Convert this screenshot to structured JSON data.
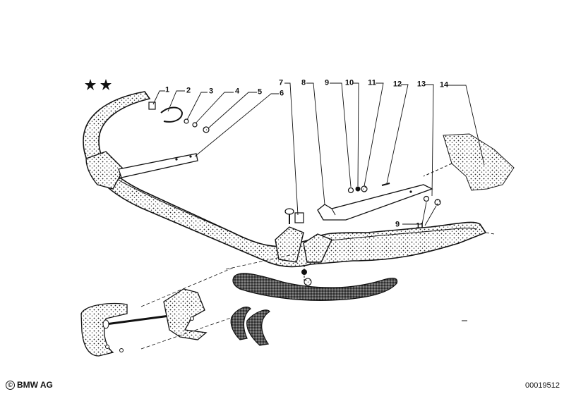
{
  "callouts": [
    {
      "id": "1",
      "label": "1"
    },
    {
      "id": "2",
      "label": "2"
    },
    {
      "id": "3",
      "label": "3"
    },
    {
      "id": "4",
      "label": "4"
    },
    {
      "id": "5",
      "label": "5"
    },
    {
      "id": "6",
      "label": "6"
    },
    {
      "id": "7",
      "label": "7"
    },
    {
      "id": "8",
      "label": "8"
    },
    {
      "id": "9a",
      "label": "9"
    },
    {
      "id": "10",
      "label": "10"
    },
    {
      "id": "11a",
      "label": "11"
    },
    {
      "id": "12",
      "label": "12"
    },
    {
      "id": "13",
      "label": "13"
    },
    {
      "id": "14",
      "label": "14"
    },
    {
      "id": "9b",
      "label": "9"
    },
    {
      "id": "11b",
      "label": "11"
    }
  ],
  "footer": {
    "copyright_symbol": "©",
    "brand": "BMW AG",
    "diagram_number": "00019512"
  },
  "marks": {
    "stars_icon": "star-icon"
  }
}
